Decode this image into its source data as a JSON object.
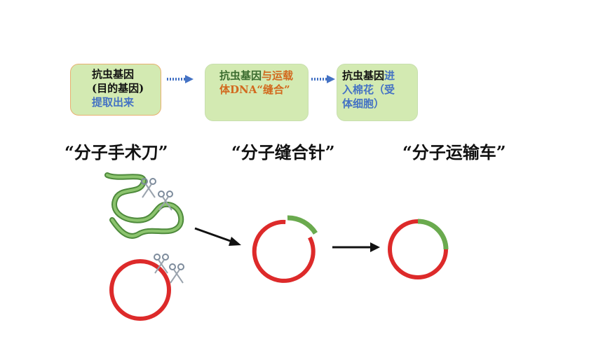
{
  "steps": [
    {
      "lines": [
        [
          {
            "text": "抗虫基因",
            "color": "#111111"
          }
        ],
        [
          {
            "text": "(目的基因)",
            "color": "#111111"
          }
        ],
        [
          {
            "text": "提取出来",
            "color": "#4472c4"
          }
        ]
      ]
    },
    {
      "lines": [
        [
          {
            "text": "抗虫基因",
            "color": "#3a6b2e"
          },
          {
            "text": "与运载",
            "color": "#d2691e"
          }
        ],
        [
          {
            "text": "体DNA“缝合”",
            "color": "#d2691e"
          }
        ]
      ]
    },
    {
      "lines": [
        [
          {
            "text": "抗虫基因",
            "color": "#111111"
          },
          {
            "text": "进",
            "color": "#4472c4"
          }
        ],
        [
          {
            "text": "入棉花（受",
            "color": "#4472c4"
          }
        ],
        [
          {
            "text": "体细胞）",
            "color": "#4472c4"
          }
        ]
      ]
    }
  ],
  "tools": {
    "scissors": "“分子手术刀”",
    "needle": "“分子缝合针”",
    "vehicle": "“分子运输车”"
  },
  "colors": {
    "box_fill": "#d3eab2",
    "arrow_blue": "#4472c4",
    "dna_green": "#6aaa4e",
    "plasmid_red": "#dd2a2a"
  },
  "icons": [
    "right-arrow-icon",
    "scissors-icon",
    "dna-strand",
    "plasmid-ring"
  ]
}
